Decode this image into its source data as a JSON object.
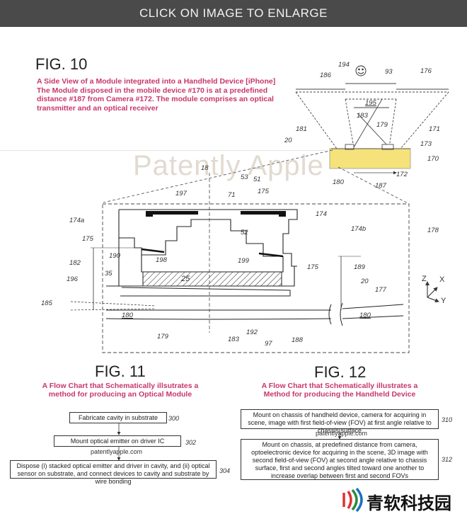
{
  "banner": "CLICK ON IMAGE TO ENLARGE",
  "watermark": "Patently Apple",
  "fig10": {
    "title": "FIG. 10",
    "caption_1": "A Side View of a Module integrated into a Handheld Device [iPhone]",
    "caption_2": "The Module disposed in the mobile device #170 is at a predefined",
    "caption_3": "distance #187 from Camera #172. The module comprises an optical",
    "caption_4": "transmitter and an optical receiver",
    "labels": [
      "194",
      "93",
      "186",
      "176",
      "195",
      "183",
      "179",
      "181",
      "171",
      "20",
      "173",
      "170",
      "180",
      "172",
      "187",
      "18",
      "53",
      "51",
      "197",
      "71",
      "175",
      "174",
      "174a",
      "52",
      "174b",
      "178",
      "175",
      "190",
      "198",
      "199",
      "175",
      "182",
      "189",
      "35",
      "25",
      "20",
      "196",
      "177",
      "185",
      "180",
      "180",
      "179",
      "183",
      "192",
      "97",
      "188"
    ],
    "axes": {
      "z": "Z",
      "x": "X",
      "y": "Y"
    }
  },
  "fig11": {
    "title": "FIG. 11",
    "caption_1": "A Flow Chart that Schematically illsutrates a",
    "caption_2": "method for producing an Optical Module",
    "steps": [
      {
        "text": "Fabricate cavity in substrate",
        "ref": "300"
      },
      {
        "text": "Mount optical emitter on driver IC",
        "ref": "302"
      },
      {
        "text": "Dispose (i) stacked optical emitter and driver in cavity, and (ii) optical sensor on substrate, and connect devices to cavity and substrate by wire bonding",
        "ref": "304"
      }
    ],
    "credit": "patentlyapple.com"
  },
  "fig12": {
    "title": "FIG. 12",
    "caption_1": "A Flow Chart that Schematically illustrates a",
    "caption_2": "Method for producing the Handheld Device",
    "steps": [
      {
        "text": "Mount on chassis of handheld device, camera for acquiring in scene, image with first field-of-view (FOV) at first angle relative to chassis surface",
        "ref": "310"
      },
      {
        "text": "Mount on chassis, at predefined distance from camera, optoelectronic device for acquiring in the scene, 3D image with second field-of-view (FOV) at second angle relative to chassis surface, first and second angles tilted toward one another to increase overlap between first and second FOVs",
        "ref": "312"
      }
    ],
    "credit": "patentlyapple.com"
  },
  "logo": {
    "text": "青软科技园"
  }
}
